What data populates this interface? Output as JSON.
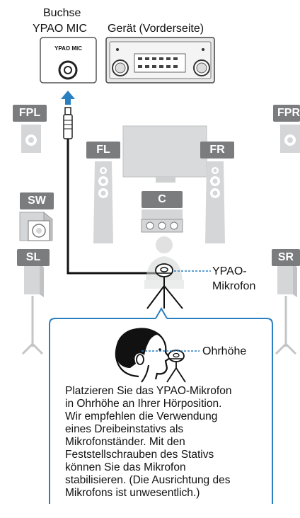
{
  "labels": {
    "buchse_line1": "Buchse",
    "buchse_line2": "YPAO MIC",
    "geraet": "Gerät (Vorderseite)",
    "jack_panel": "YPAO MIC",
    "mic_line1": "YPAO-",
    "mic_line2": "Mikrofon",
    "ohrhoehe": "Ohrhöhe"
  },
  "speakers": {
    "fpl": "FPL",
    "fpr": "FPR",
    "fl": "FL",
    "fr": "FR",
    "c": "C",
    "sw": "SW",
    "sl": "SL",
    "sr": "SR"
  },
  "instruction": "Platzieren Sie das YPAO-Mikrofon\nin Ohrhöhe an Ihrer Hörposition.\nWir empfehlen die Verwendung\neines Dreibeinstativs als\nMikrofonständer. Mit den\nFeststellschrauben des Stativs\nkönnen Sie das Mikrofon\nstabilisieren. (Die Ausrichtung des\nMikrofons ist unwesentlich.)",
  "colors": {
    "accent_blue": "#2a7fc1",
    "speaker_grey": "#d4d6d8",
    "tag_grey": "#7a7c7e"
  }
}
